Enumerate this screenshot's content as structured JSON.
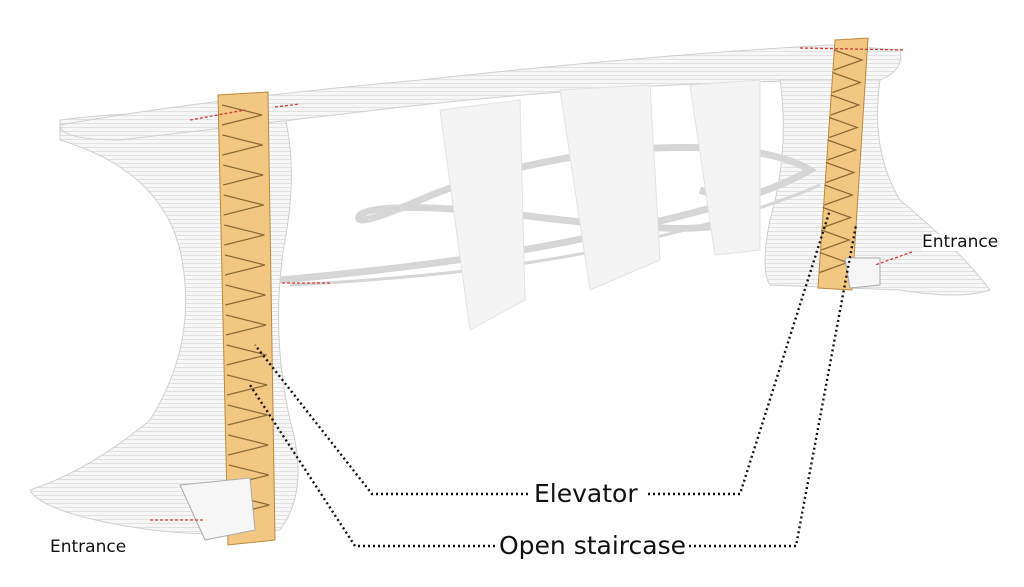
{
  "labels": {
    "entrance_left": "Entrance",
    "entrance_right": "Entrance",
    "elevator": "Elevator",
    "open_staircase": "Open staircase"
  },
  "colors": {
    "tower": "#f2c782",
    "tower_edge": "#b98a3c",
    "structure": "#e9e9e9",
    "arrow": "#d23a3a",
    "leader": "#111111"
  }
}
